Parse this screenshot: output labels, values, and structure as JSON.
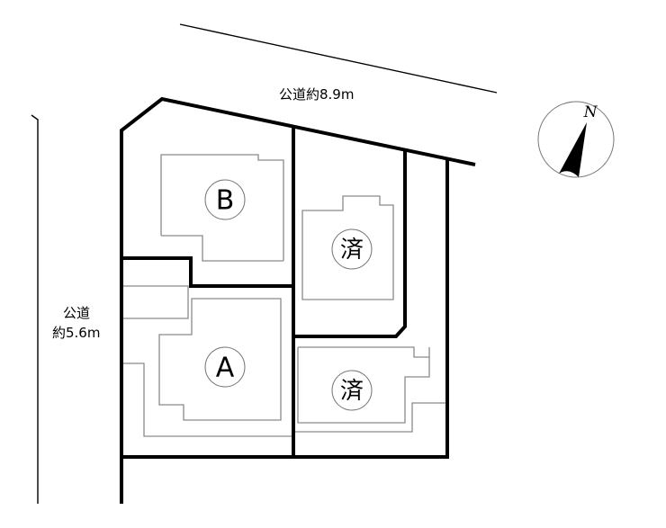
{
  "roads": {
    "top_label": "公道約8.9m",
    "left_label_line1": "公道",
    "left_label_line2": "約5.6m"
  },
  "lots": [
    {
      "id": "B",
      "label": "B"
    },
    {
      "id": "sold-upper",
      "label": "済"
    },
    {
      "id": "A",
      "label": "A"
    },
    {
      "id": "sold-lower",
      "label": "済"
    }
  ],
  "compass": {
    "label": "N"
  }
}
